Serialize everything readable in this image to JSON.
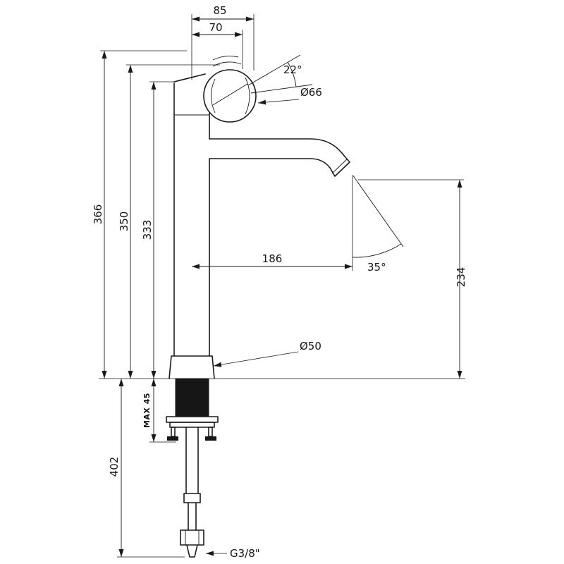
{
  "title": "Basin mixer tap technical dimension drawing",
  "colors": {
    "line": "#1a1a1a",
    "background": "#ffffff"
  },
  "dims": {
    "w85": "85",
    "w70": "70",
    "a22": "22°",
    "d66": "Ø66",
    "h366": "366",
    "h350": "350",
    "h333": "333",
    "r186": "186",
    "a35": "35°",
    "h234": "234",
    "d50": "Ø50",
    "max45": "MAX 45",
    "h402": "402",
    "thread": "G3/8\""
  }
}
